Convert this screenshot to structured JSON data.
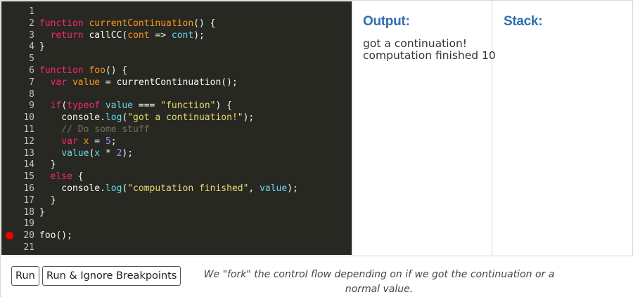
{
  "editor": {
    "breakpoint_line": 20,
    "lines": [
      {
        "n": "1",
        "tokens": []
      },
      {
        "n": "2",
        "tokens": [
          [
            "kw",
            "function"
          ],
          [
            "plain",
            " "
          ],
          [
            "fn",
            "currentContinuation"
          ],
          [
            "plain",
            "() {"
          ]
        ]
      },
      {
        "n": "3",
        "tokens": [
          [
            "plain",
            "  "
          ],
          [
            "kw",
            "return"
          ],
          [
            "plain",
            " callCC("
          ],
          [
            "fn",
            "cont"
          ],
          [
            "plain",
            " => "
          ],
          [
            "var",
            "cont"
          ],
          [
            "plain",
            ");"
          ]
        ]
      },
      {
        "n": "4",
        "tokens": [
          [
            "plain",
            "}"
          ]
        ]
      },
      {
        "n": "5",
        "tokens": []
      },
      {
        "n": "6",
        "tokens": [
          [
            "kw",
            "function"
          ],
          [
            "plain",
            " "
          ],
          [
            "fn",
            "foo"
          ],
          [
            "plain",
            "() {"
          ]
        ]
      },
      {
        "n": "7",
        "tokens": [
          [
            "plain",
            "  "
          ],
          [
            "kw",
            "var"
          ],
          [
            "plain",
            " "
          ],
          [
            "fn",
            "value"
          ],
          [
            "plain",
            " = currentContinuation();"
          ]
        ]
      },
      {
        "n": "8",
        "tokens": []
      },
      {
        "n": "9",
        "tokens": [
          [
            "plain",
            "  "
          ],
          [
            "kw",
            "if"
          ],
          [
            "plain",
            "("
          ],
          [
            "kw",
            "typeof"
          ],
          [
            "plain",
            " "
          ],
          [
            "var",
            "value"
          ],
          [
            "plain",
            " === "
          ],
          [
            "str",
            "\"function\""
          ],
          [
            "plain",
            ") {"
          ]
        ]
      },
      {
        "n": "10",
        "tokens": [
          [
            "plain",
            "    console."
          ],
          [
            "var",
            "log"
          ],
          [
            "plain",
            "("
          ],
          [
            "str",
            "\"got a continuation!\""
          ],
          [
            "plain",
            ");"
          ]
        ]
      },
      {
        "n": "11",
        "tokens": [
          [
            "cmt",
            "    // Do some stuff"
          ]
        ]
      },
      {
        "n": "12",
        "tokens": [
          [
            "plain",
            "    "
          ],
          [
            "kw",
            "var"
          ],
          [
            "plain",
            " "
          ],
          [
            "fn",
            "x"
          ],
          [
            "plain",
            " = "
          ],
          [
            "num",
            "5"
          ],
          [
            "plain",
            ";"
          ]
        ]
      },
      {
        "n": "13",
        "tokens": [
          [
            "plain",
            "    "
          ],
          [
            "var",
            "value"
          ],
          [
            "plain",
            "("
          ],
          [
            "var",
            "x"
          ],
          [
            "plain",
            " * "
          ],
          [
            "num",
            "2"
          ],
          [
            "plain",
            ");"
          ]
        ]
      },
      {
        "n": "14",
        "tokens": [
          [
            "plain",
            "  }"
          ]
        ]
      },
      {
        "n": "15",
        "tokens": [
          [
            "plain",
            "  "
          ],
          [
            "kw",
            "else"
          ],
          [
            "plain",
            " {"
          ]
        ]
      },
      {
        "n": "16",
        "tokens": [
          [
            "plain",
            "    console."
          ],
          [
            "var",
            "log"
          ],
          [
            "plain",
            "("
          ],
          [
            "str",
            "\"computation finished\""
          ],
          [
            "plain",
            ", "
          ],
          [
            "var",
            "value"
          ],
          [
            "plain",
            ");"
          ]
        ]
      },
      {
        "n": "17",
        "tokens": [
          [
            "plain",
            "  }"
          ]
        ]
      },
      {
        "n": "18",
        "tokens": [
          [
            "plain",
            "}"
          ]
        ]
      },
      {
        "n": "19",
        "tokens": []
      },
      {
        "n": "20",
        "tokens": [
          [
            "plain",
            "foo();"
          ]
        ]
      },
      {
        "n": "21",
        "tokens": []
      }
    ]
  },
  "output": {
    "title": "Output:",
    "lines": [
      "got a continuation!",
      "computation finished 10"
    ]
  },
  "stack": {
    "title": "Stack:"
  },
  "controls": {
    "run_label": "Run",
    "run_ignore_label": "Run & Ignore Breakpoints",
    "note": "We \"fork\" the control flow depending on if we got the continuation or a normal value."
  },
  "colors": {
    "editor_bg": "#272822",
    "title": "#2f6fb0",
    "breakpoint": "#ee0000"
  }
}
